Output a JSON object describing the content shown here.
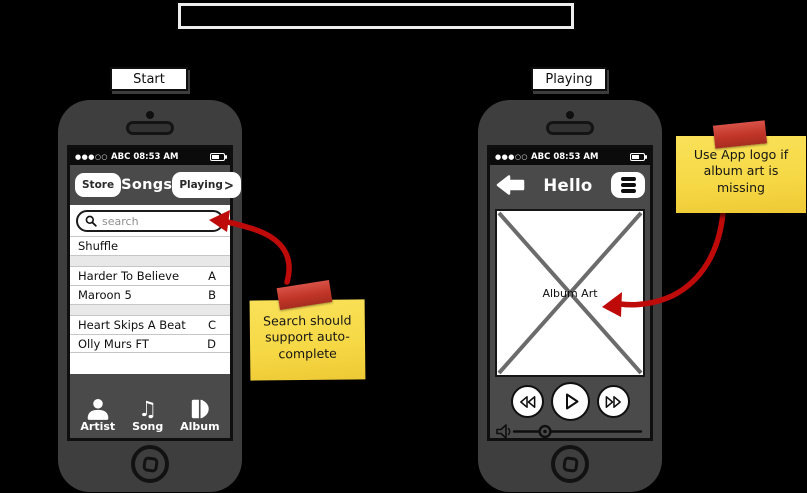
{
  "title_box": {
    "text": ""
  },
  "status_bar": {
    "signal_filled": "●●●",
    "signal_empty": "○○",
    "carrier": "ABC",
    "time": "08:53 AM"
  },
  "left_phone": {
    "flow_label": "Start",
    "header": {
      "store_button": "Store",
      "title": "Songs",
      "playing_button": "Playing",
      "chevron": ">"
    },
    "search": {
      "placeholder": "search",
      "icon": "search-icon"
    },
    "rows": [
      {
        "label": "Shuffle",
        "letter": ""
      },
      {
        "label": "Harder To Believe",
        "letter": "A"
      },
      {
        "label": "Maroon 5",
        "letter": "B"
      },
      {
        "label": "Heart Skips A Beat",
        "letter": "C"
      },
      {
        "label": "Olly Murs FT",
        "letter": "D"
      }
    ],
    "nav": [
      {
        "icon": "artist-icon",
        "label": "Artist"
      },
      {
        "icon": "song-icon",
        "label": "Song",
        "glyph": "♫"
      },
      {
        "icon": "album-icon",
        "label": "Album"
      }
    ]
  },
  "right_phone": {
    "flow_label": "Playing",
    "header": {
      "back_icon": "back-arrow-icon",
      "title": "Hello",
      "menu_icon": "hamburger-menu-icon"
    },
    "album_art": {
      "label": "Album Art"
    },
    "controls": [
      {
        "icon": "rewind-icon"
      },
      {
        "icon": "play-icon"
      },
      {
        "icon": "fast-forward-icon"
      }
    ],
    "volume": {
      "icon": "speaker-icon",
      "level_pct": 25
    }
  },
  "notes": {
    "search_note": "Search should\nsupport auto-\ncomplete",
    "album_note": "Use App logo if\nalbum art is\nmissing"
  },
  "colors": {
    "background": "#000000",
    "phone_body": "#3e3e3e",
    "screen_gray": "#4a4a4a",
    "note_yellow": "#f6d844",
    "tape_red": "#c03527",
    "arrow_red": "#bf0a0a"
  }
}
